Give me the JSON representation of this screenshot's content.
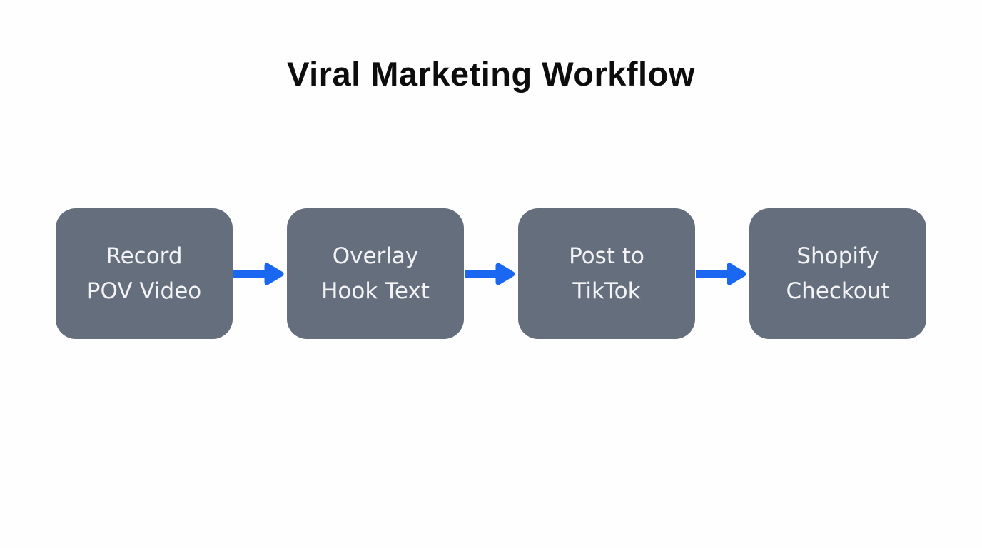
{
  "title": "Viral Marketing Workflow",
  "colors": {
    "background": "#fefefe",
    "box_fill": "#656e7c",
    "box_text": "#f3f3f5",
    "arrow": "#1a67f2",
    "title_text": "#0d0d0d"
  },
  "workflow": {
    "connector_icon": "arrow-right-icon",
    "steps": [
      {
        "line1": "Record",
        "line2": "POV Video"
      },
      {
        "line1": "Overlay",
        "line2": "Hook Text"
      },
      {
        "line1": "Post to",
        "line2": "TikTok"
      },
      {
        "line1": "Shopify",
        "line2": "Checkout"
      }
    ]
  }
}
